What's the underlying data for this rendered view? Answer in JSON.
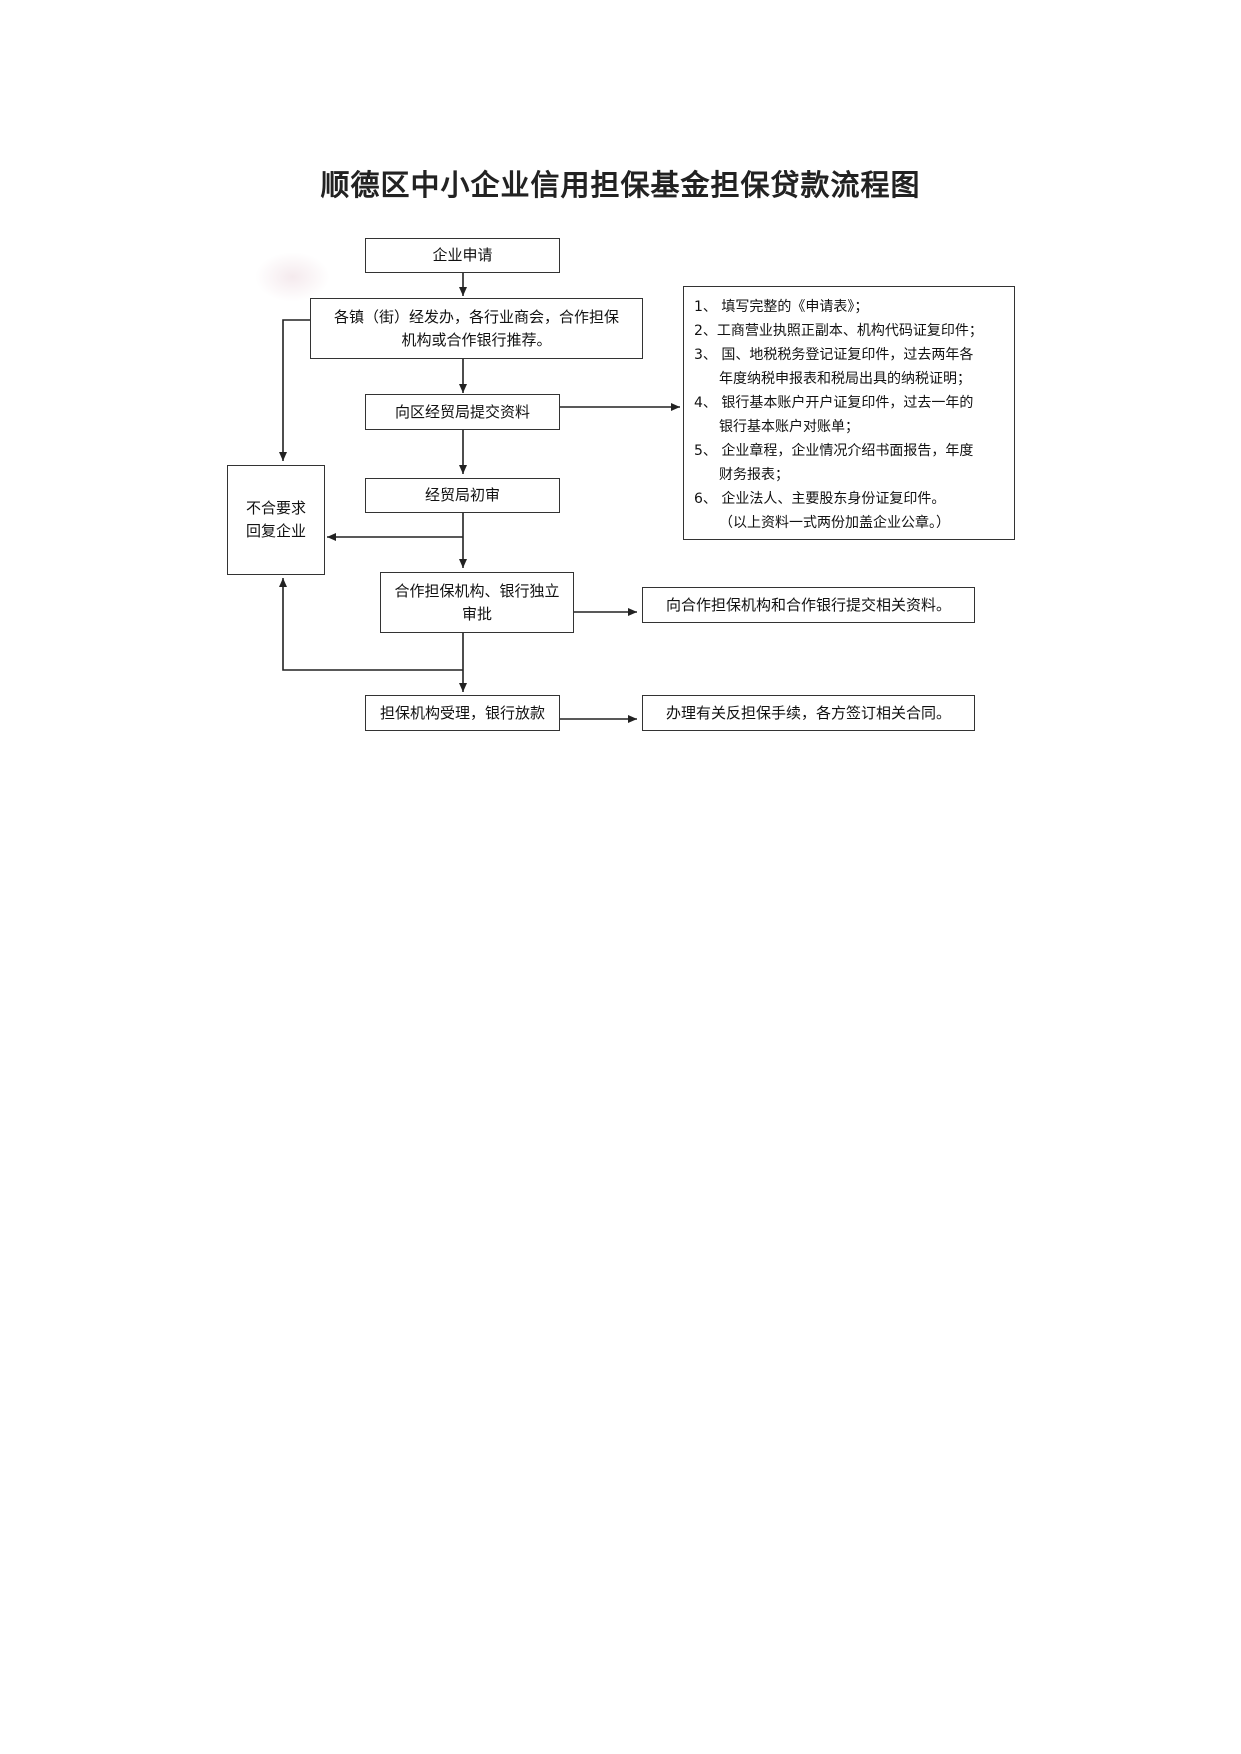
{
  "title": "顺德区中小企业信用担保基金担保贷款流程图",
  "nodes": {
    "apply": "企业申请",
    "recommend_l1": "各镇（街）经发办，各行业商会，合作担保",
    "recommend_l2": "机构或合作银行推荐。",
    "submit": "向区经贸局提交资料",
    "review": "经贸局初审",
    "reject_l1": "不合要求",
    "reject_l2": "回复企业",
    "approval_l1": "合作担保机构、银行独立",
    "approval_l2": "审批",
    "loan": "担保机构受理，银行放款",
    "submit_to_partners": "向合作担保机构和合作银行提交相关资料。",
    "counter_guarantee": "办理有关反担保手续，各方签订相关合同。"
  },
  "requirements": [
    "1、 填写完整的《申请表》；",
    "2、工商营业执照正副本、机构代码证复印件；",
    "3、 国、地税税务登记证复印件，过去两年各",
    "年度纳税申报表和税局出具的纳税证明；",
    "4、 银行基本账户开户证复印件，过去一年的",
    "银行基本账户对账单；",
    "5、 企业章程，企业情况介绍书面报告，年度",
    "财务报表；",
    "6、 企业法人、主要股东身份证复印件。",
    "（以上资料一式两份加盖企业公章。）"
  ]
}
